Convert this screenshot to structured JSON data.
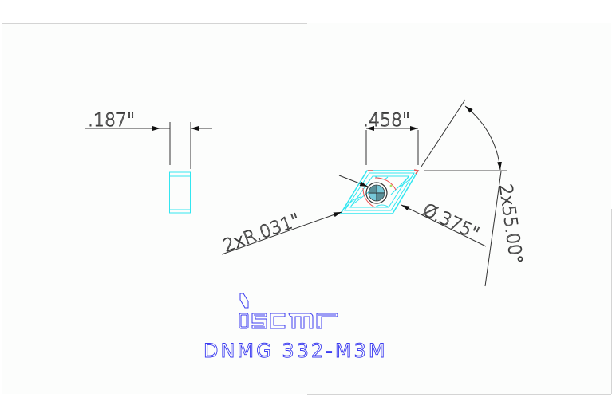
{
  "drawing": {
    "thickness_dim": ".187\"",
    "width_dim": ".458\"",
    "corner_radius_dim": "2xR.031\"",
    "hole_diameter_dim": "Ø.375\"",
    "angle_dim": "2x55.00°"
  },
  "brand": {
    "logo_text": "iscar",
    "part_number": "DNMG 332-M3M"
  },
  "colors": {
    "insert_outline": "#33e6f0",
    "cutting_edge": "#f05050",
    "dimension_lines": "#3a3a3a",
    "logo_and_title": "#3b3bf0",
    "sheet_border": "#d4d4d4"
  }
}
